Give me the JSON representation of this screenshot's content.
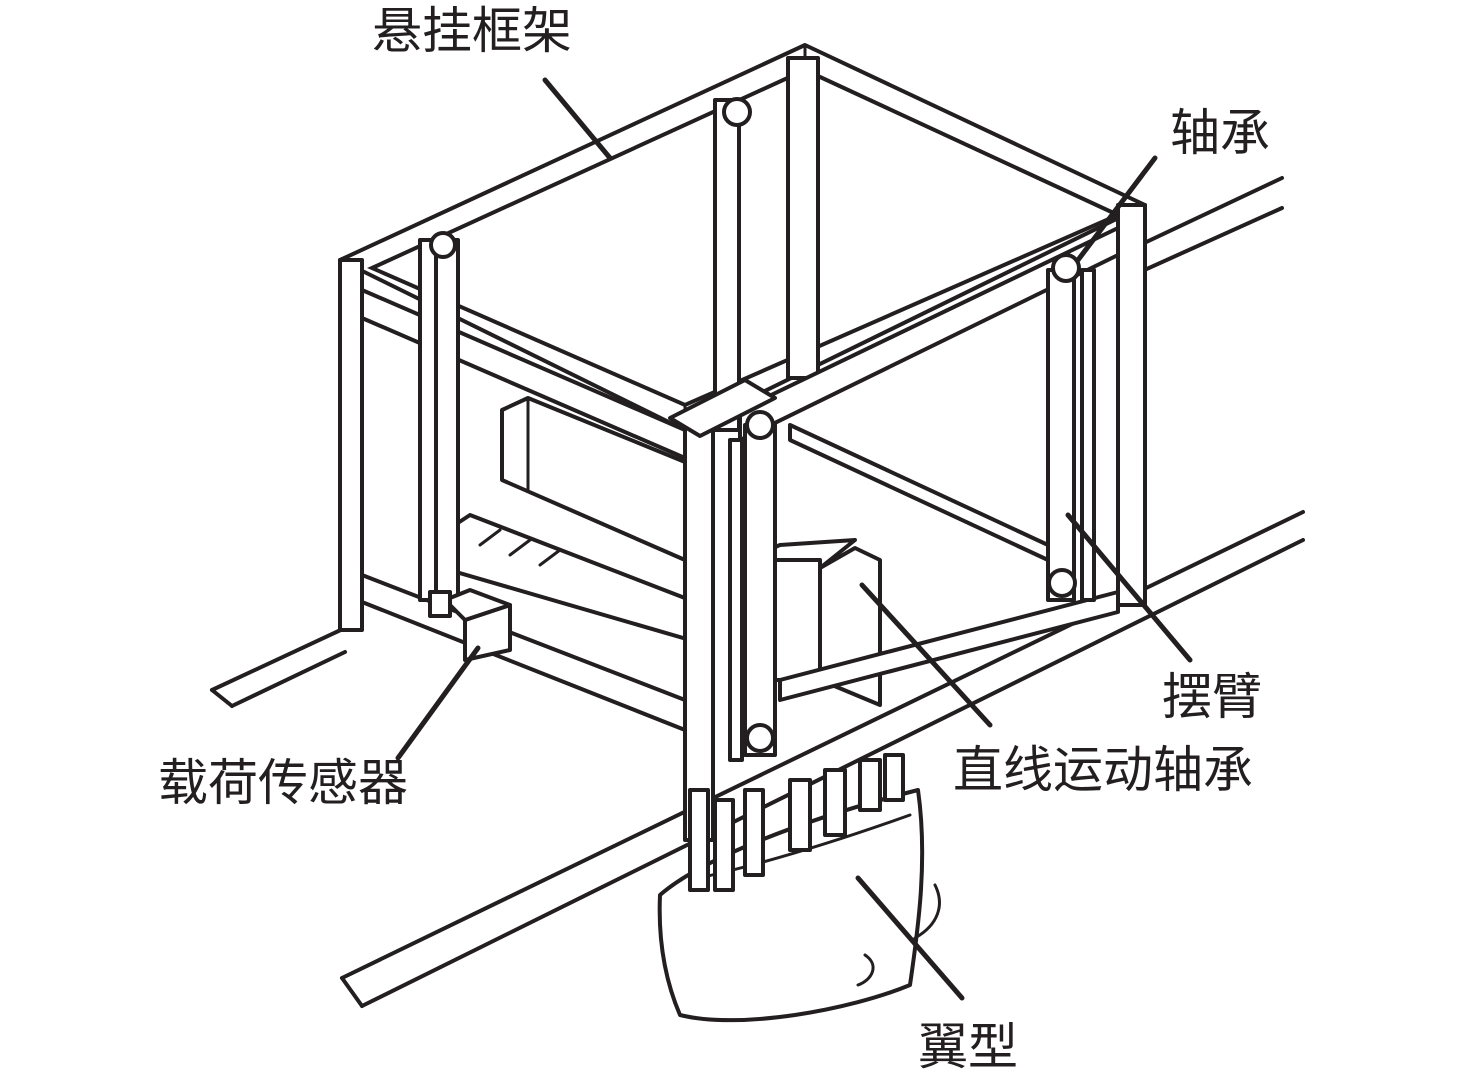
{
  "labels": {
    "frame": "悬挂框架",
    "bearing": "轴承",
    "swing_arm": "摆臂",
    "linear_bearing": "直线运动轴承",
    "load_sensor": "载荷传感器",
    "airfoil": "翼型"
  }
}
